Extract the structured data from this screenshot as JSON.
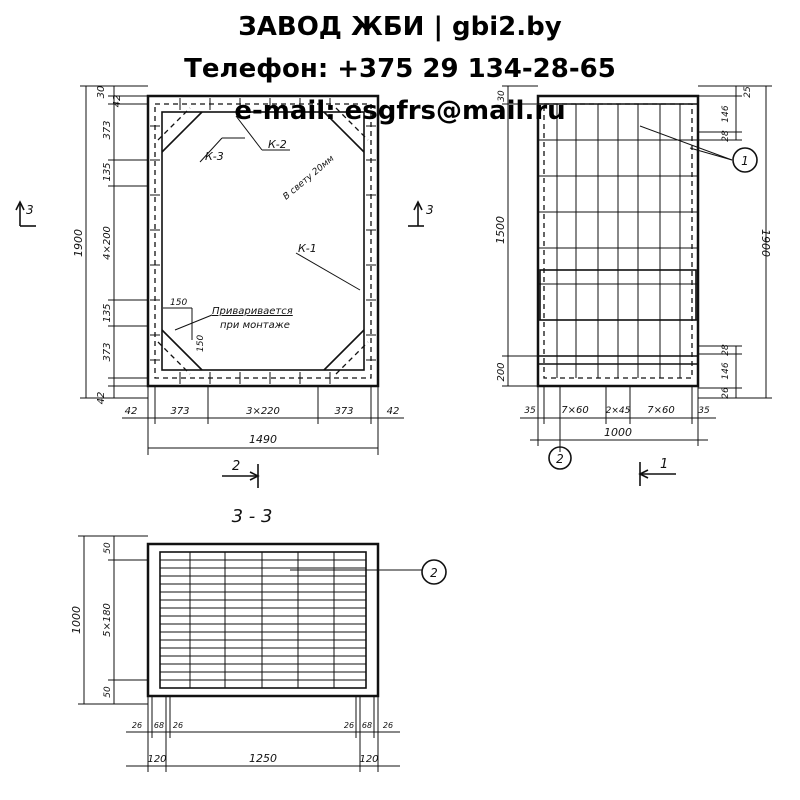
{
  "header": {
    "line1": "ЗАВОД ЖБИ | gbi2.by",
    "line2": "Телефон: +375 29 134-28-65",
    "line3": "e-mail: esgfrs@mail.ru"
  },
  "front_view": {
    "labels": {
      "k3": "К-3",
      "k2": "К-2",
      "k1": "К-1",
      "in_clear": "В свету 20мм",
      "weld_1": "Приваривается",
      "weld_2": "при монтаже",
      "w150a": "150",
      "w150b": "150"
    },
    "left_dims": [
      "30",
      "42",
      "373",
      "135",
      "4×200",
      "135",
      "373",
      "42"
    ],
    "overall_height": "1900",
    "bottom_dims": [
      "42",
      "373",
      "3×220",
      "373",
      "42"
    ],
    "overall_width": "1490",
    "section_mark": "3",
    "view_mark": "2"
  },
  "side_view": {
    "right_dims_top": [
      "25",
      "146",
      "28"
    ],
    "right_dims_bottom": [
      "28",
      "146",
      "26"
    ],
    "overall_height": "1900",
    "left_dims": [
      "30",
      "1500",
      "200"
    ],
    "bottom_dims": [
      "35",
      "7×60",
      "2×45",
      "7×60",
      "35"
    ],
    "overall_width": "1000",
    "callout_1": "1",
    "callout_2": "2",
    "view_mark": "1"
  },
  "section_view": {
    "title": "3 - 3",
    "left_dims": [
      "50",
      "5×180",
      "50"
    ],
    "overall_height": "1000",
    "bottom_dims_small": [
      "26",
      "68",
      "26",
      "26",
      "68",
      "26"
    ],
    "bottom_dims": [
      "120",
      "1250",
      "120"
    ],
    "callout_2": "2"
  }
}
